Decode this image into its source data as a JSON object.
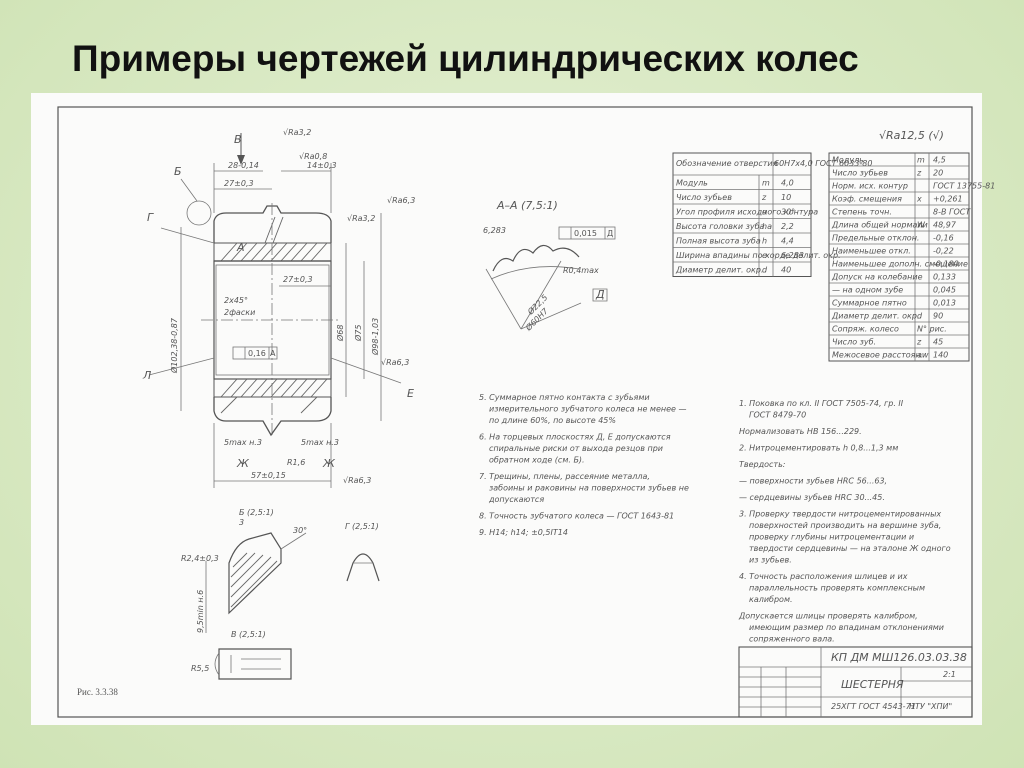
{
  "slide": {
    "title": "Примеры чертежей цилиндрических колес"
  },
  "drawing": {
    "figure_caption": "Рис. 3.3.38",
    "roughness_general": "√Ra12,5 (√)",
    "view_labels": {
      "b": "Б",
      "v": "В",
      "g": "Г",
      "l": "Л",
      "e": "Е",
      "a": "А",
      "zh1": "Ж",
      "zh2": "Ж",
      "section_aa": "А–А (7,5:1)",
      "d": "Д"
    },
    "dimensions": {
      "d1": "28-0,14",
      "d2": "14±0,3",
      "d3": "27±0,3",
      "d4": "27±0,3",
      "d5": "2x45°",
      "d6": "2фаски",
      "d7": "57±0,15",
      "d8": "5max н.3",
      "d9": "5max н.3",
      "d10": "R1,6",
      "d11": "Ø102,38-0,87",
      "d12": "Ø68",
      "d13": "Ø75",
      "d14": "Ø98-1,03",
      "d15": "Ø60Н7",
      "d16": "Ø22,5",
      "d17": "6,283",
      "d18": "R0,4max"
    },
    "roughness_marks": {
      "r1": "√Ra3,2",
      "r2": "√Ra6,3",
      "r3": "√Ra6,3",
      "r4": "√Ra6,3",
      "r5": "√Ra0,8",
      "r6": "√Ra3,2"
    },
    "tolerances": {
      "t1": "0,16",
      "t2": "0,015",
      "t1_label": "А",
      "t2_label": "Д"
    },
    "tooth_table": {
      "header": [
        "Обозначение отверстия",
        "60Н7х4,0 ГОСТ 6033-80"
      ],
      "rows": [
        [
          "Модуль",
          "m",
          "4,0"
        ],
        [
          "Число зубьев",
          "z",
          "10"
        ],
        [
          "Угол профиля исходного контура",
          "α",
          "30°"
        ],
        [
          "Высота головки зуба",
          "ha",
          "2,2"
        ],
        [
          "Полная высота зуба",
          "h",
          "4,4"
        ],
        [
          "Ширина впадины по хорде делит. окр.",
          "e",
          "6,283"
        ],
        [
          "Диаметр делит. окр.",
          "d",
          "40"
        ]
      ]
    },
    "gear_table": {
      "rows": [
        [
          "Модуль",
          "m",
          "4,5"
        ],
        [
          "Число зубьев",
          "z",
          "20"
        ],
        [
          "Норм. исх. контур",
          "",
          "ГОСТ 13755-81"
        ],
        [
          "Коэф. смещения",
          "x",
          "+0,261"
        ],
        [
          "Степень точн.",
          "",
          "8-В ГОСТ"
        ],
        [
          "Длина общей нормали",
          "W",
          "48,97"
        ],
        [
          "Предельные отклон.",
          "",
          "-0,16"
        ],
        [
          "Наименьшее откл.",
          "",
          "-0,22"
        ],
        [
          "Наименьшее дополн. смещение",
          "",
          "-0,180"
        ],
        [
          "Допуск на колебание",
          "",
          "0,133"
        ],
        [
          "— на одном зубе",
          "",
          "0,045"
        ],
        [
          "Суммарное пятно",
          "",
          "0,013"
        ],
        [
          "Диаметр делит. окр.",
          "d",
          "90"
        ],
        [
          "Сопряж. колесо",
          "N° рис.",
          ""
        ],
        [
          "Число зуб.",
          "z",
          "45"
        ],
        [
          "Межосевое расстоян.",
          "aw",
          "140"
        ]
      ]
    },
    "notes_left": [
      "5. Суммарное пятно контакта с зубьями измерительного зубчатого колеса не менее — по длине 60%, по высоте 45%",
      "6. На торцевых плоскостях Д, Е допускаются спиральные риски от выхода резцов при обратном ходе (см. Б).",
      "7. Трещины, плены, рассеяние металла, забоины и раковины на поверхности зубьев не допускаются",
      "8. Точность зубчатого колеса — ГОСТ 1643-81",
      "9. Н14; h14; ±0,5IT14"
    ],
    "notes_right": [
      "1. Поковка по кл. II ГОСТ 7505-74, гр. II ГОСТ 8479-70",
      "Нормализовать НВ 156...229.",
      "2. Нитроцементировать h 0,8...1,3 мм",
      "Твердость:",
      "— поверхности зубьев HRC 56...63,",
      "— сердцевины зубьев HRC 30...45.",
      "3. Проверку твердости нитроцементированных поверхностей производить на вершине зуба, проверку глубины нитроцементации и твердости сердцевины — на эталоне Ж одного из зубьев.",
      "4. Точность расположения шлицев и их параллельность проверять комплексным калибром.",
      "Допускается шлицы проверять калибром, имеющим размер по впадинам отклонениями сопряженного вала."
    ],
    "detail_views": {
      "b_title": "Б (2,5:1)",
      "g_title": "Г (2,5:1)",
      "v_title": "В (2,5:1)",
      "b_dim1": "30°",
      "b_dim2": "R2,4±0,3",
      "b_dim3": "9,5min н.6",
      "b_dim4": "3",
      "v_dim": "R5,5"
    },
    "title_block": {
      "code": "КП ДМ МШ126.03.03.38",
      "name": "ШЕСТЕРНЯ",
      "material": "25ХГТ ГОСТ 4543-71",
      "org": "НТУ \"ХПИ\"",
      "sheet": "2:1"
    }
  }
}
